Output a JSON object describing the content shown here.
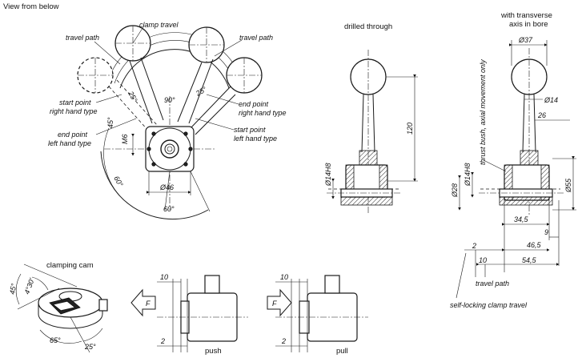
{
  "views": {
    "below_title": "View from below",
    "drilled_title": "drilled through",
    "transverse_title_1": "with transverse",
    "transverse_title_2": "axis in bore",
    "cam_title": "clamping cam",
    "push_label": "push",
    "pull_label": "pull"
  },
  "annotations": {
    "clamp_travel": "clamp travel",
    "travel_path_left": "travel path",
    "travel_path_right": "travel path",
    "start_right_1": "start point",
    "start_right_2": "right hand type",
    "end_left_1": "end point",
    "end_left_2": "left hand type",
    "end_right_1": "end point",
    "end_right_2": "right hand type",
    "start_left_1": "start point",
    "start_left_2": "left hand type",
    "thrust_bush": "thrust bush, axial movement only",
    "travel_path_bottom": "travel path",
    "self_locking": "self-locking clamp travel"
  },
  "dimensions": {
    "angle_25_left": "25°",
    "angle_25_right": "25°",
    "angle_90": "90°",
    "angle_45": "45°",
    "m6": "M6",
    "angle_60_left": "60°",
    "d46": "Ø46",
    "angle_60_bottom": "60°",
    "len_120": "120",
    "d14_h8_a": "Ø14H8",
    "d37": "Ø37",
    "d14": "Ø14",
    "len_26": "26",
    "d14_h8_b": "Ø14H8",
    "d28": "Ø28",
    "d55": "Ø55",
    "len_34_5": "34,5",
    "len_9": "9",
    "len_46_5": "46,5",
    "len_2_right": "2",
    "len_10_right": "10",
    "len_54_5": "54,5",
    "cam_45": "45°",
    "cam_4_30": "4°30'",
    "cam_65": "65°",
    "cam_25": "25°",
    "push_10": "10",
    "push_2": "2",
    "pull_10": "10",
    "pull_2": "2",
    "force_push": "F",
    "force_pull": "F"
  }
}
